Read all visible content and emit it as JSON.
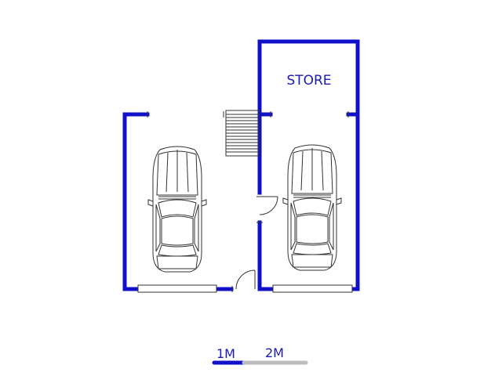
{
  "floorplan": {
    "rooms": [
      {
        "label": "STORE"
      }
    ],
    "colors": {
      "wall": "#1010c8",
      "text": "#1a1ab4",
      "line": "#333333",
      "scale_primary": "#1010c8",
      "scale_secondary": "#bdbdbd"
    }
  },
  "scale_bar": {
    "label_1": "1M",
    "label_2": "2M"
  }
}
